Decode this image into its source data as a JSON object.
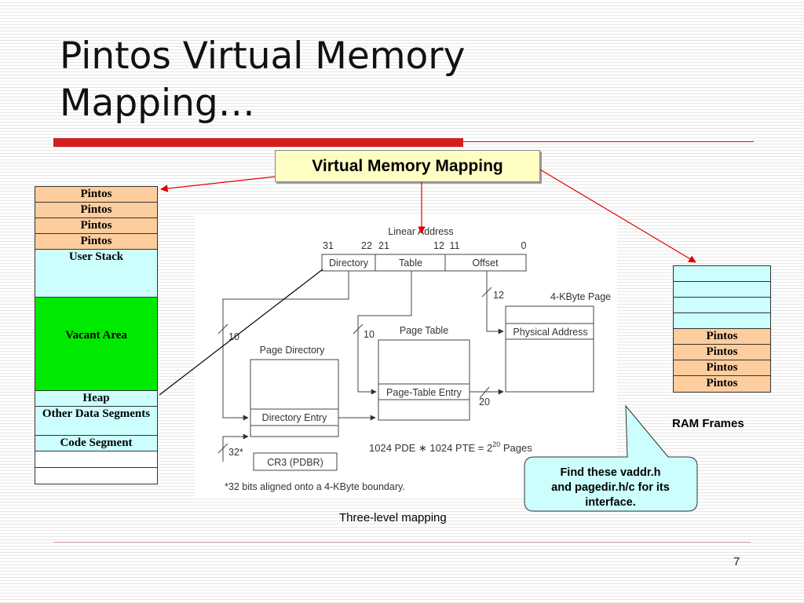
{
  "slide": {
    "title_line1": "Pintos Virtual Memory",
    "title_line2": "Mapping…",
    "page_number": "7"
  },
  "callout_top": "Virtual Memory Mapping",
  "memory_layout": {
    "cells": [
      {
        "label": "Pintos",
        "color": "#fdcd9e"
      },
      {
        "label": "Pintos",
        "color": "#fdcd9e"
      },
      {
        "label": "Pintos",
        "color": "#fdcd9e"
      },
      {
        "label": "Pintos",
        "color": "#fdcd9e"
      },
      {
        "label": "User Stack",
        "color": "#ccfefe"
      },
      {
        "label": "Vacant Area",
        "color": "#00e900"
      },
      {
        "label": "Heap",
        "color": "#ccfefe"
      },
      {
        "label": "Other Data Segments",
        "color": "#ccfefe"
      },
      {
        "label": "Code Segment",
        "color": "#ccfefe"
      },
      {
        "label": "",
        "color": "#ffffff"
      },
      {
        "label": "",
        "color": "#ffffff"
      }
    ]
  },
  "ram": {
    "label": "RAM Frames",
    "cells": [
      {
        "label": "",
        "color": "#ccfefe"
      },
      {
        "label": "",
        "color": "#ccfefe"
      },
      {
        "label": "",
        "color": "#ccfefe"
      },
      {
        "label": "",
        "color": "#ccfefe"
      },
      {
        "label": "Pintos",
        "color": "#fdcd9e"
      },
      {
        "label": "Pintos",
        "color": "#fdcd9e"
      },
      {
        "label": "Pintos",
        "color": "#fdcd9e"
      },
      {
        "label": "Pintos",
        "color": "#fdcd9e"
      }
    ]
  },
  "diagram": {
    "linear_address": "Linear Address",
    "bit_31": "31",
    "bit_22": "22",
    "bit_21": "21",
    "bit_12": "12",
    "bit_11": "11",
    "bit_0": "0",
    "directory": "Directory",
    "table": "Table",
    "offset": "Offset",
    "page_4k": "4-KByte Page",
    "physical_address": "Physical Address",
    "page_table": "Page Table",
    "page_table_entry": "Page-Table Entry",
    "page_directory": "Page Directory",
    "directory_entry": "Directory Entry",
    "cr3": "CR3 (PDBR)",
    "bits_10_a": "10",
    "bits_10_b": "10",
    "bits_12": "12",
    "bits_20": "20",
    "bits_32": "32*",
    "formula_main": "1024 PDE ∗ 1024 PTE = 2",
    "formula_exp": "20",
    "formula_tail": " Pages",
    "footnote": "*32 bits aligned onto a 4-KByte boundary."
  },
  "caption": "Three-level mapping",
  "callout_note": {
    "line1": "Find these vaddr.h",
    "line2": "and pagedir.h/c for its",
    "line3": "interface."
  },
  "colors": {
    "accent_red": "#d41f1f",
    "callout_yellow": "#ffffc4",
    "pintos_orange": "#fdcd9e",
    "light_cyan": "#ccfefe",
    "vacant_green": "#00e900"
  }
}
